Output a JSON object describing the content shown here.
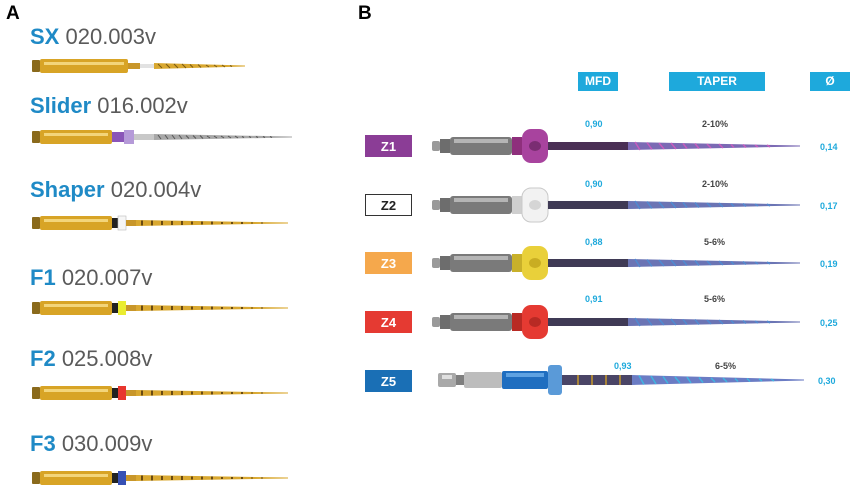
{
  "panels": {
    "a": "A",
    "b": "B"
  },
  "panel_a": {
    "files": [
      {
        "name": "SX",
        "size": "020.003v",
        "ring": "none",
        "ring_color": "",
        "blade": "#d9a830"
      },
      {
        "name": "Slider",
        "size": "016.002v",
        "ring": "purple",
        "ring_color": "#9b6fc8",
        "blade": "#a8a8a8"
      },
      {
        "name": "Shaper",
        "size": "020.004v",
        "ring": "white",
        "ring_color": "#f4f4f4",
        "blade": "#d9a830"
      },
      {
        "name": "F1",
        "size": "020.007v",
        "ring": "yellow",
        "ring_color": "#e8ea2a",
        "blade": "#d9a830"
      },
      {
        "name": "F2",
        "size": "025.008v",
        "ring": "red",
        "ring_color": "#e8362e",
        "blade": "#d9a830"
      },
      {
        "name": "F3",
        "size": "030.009v",
        "ring": "blue",
        "ring_color": "#3650b4",
        "blade": "#d9a830"
      }
    ]
  },
  "panel_b": {
    "headers": {
      "mfd": "MFD",
      "taper": "TAPER",
      "diameter": "Ø"
    },
    "rows": [
      {
        "label": "Z1",
        "label_bg": "#8b3d96",
        "label_fg": "#ffffff",
        "label_border": "#8b3d96",
        "stopper": "#a8439e",
        "mfd": "0,90",
        "taper": "2-10%",
        "diameter": "0,14"
      },
      {
        "label": "Z2",
        "label_bg": "#ffffff",
        "label_fg": "#222222",
        "label_border": "#333333",
        "stopper": "#f0f0f0",
        "mfd": "0,90",
        "taper": "2-10%",
        "diameter": "0,17"
      },
      {
        "label": "Z3",
        "label_bg": "#f5a84c",
        "label_fg": "#ffffff",
        "label_border": "#f5a84c",
        "stopper": "#e9d03a",
        "mfd": "0,88",
        "taper": "5-6%",
        "diameter": "0,19"
      },
      {
        "label": "Z4",
        "label_bg": "#e53a32",
        "label_fg": "#ffffff",
        "label_border": "#e53a32",
        "stopper": "#e53a32",
        "mfd": "0,91",
        "taper": "5-6%",
        "diameter": "0,25"
      },
      {
        "label": "Z5",
        "label_bg": "#1a6fb5",
        "label_fg": "#ffffff",
        "label_border": "#1a6fb5",
        "stopper": "#5a9ad8",
        "mfd": "0,93",
        "taper": "6-5%",
        "diameter": "0,30"
      }
    ]
  }
}
